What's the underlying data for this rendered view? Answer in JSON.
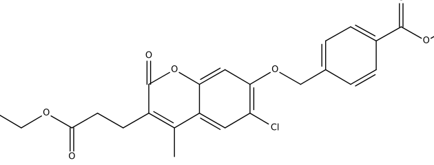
{
  "molecule": {
    "atoms": [
      {
        "id": "carbonyl-oxygen-lactone",
        "label": "O"
      },
      {
        "id": "ring-oxygen",
        "label": "O"
      },
      {
        "id": "ether-oxygen",
        "label": "O"
      },
      {
        "id": "ester-carbonyl-oxygen-top",
        "label": "O"
      },
      {
        "id": "ester-oxygen-methyl",
        "label": "O"
      },
      {
        "id": "ester-oxygen-ethyl",
        "label": "O"
      },
      {
        "id": "ester-carbonyl-oxygen-bottom",
        "label": "O"
      },
      {
        "id": "chlorine",
        "label": "Cl"
      }
    ]
  }
}
